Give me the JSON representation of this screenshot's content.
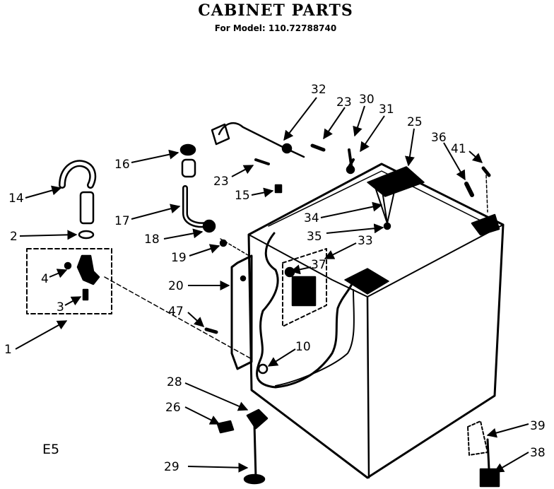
{
  "title": "CABINET PARTS",
  "subtitle": "For Model: 110.72788740",
  "corner_code": "E5",
  "labels": {
    "l32": "32",
    "l23a": "23",
    "l30": "30",
    "l31": "31",
    "l25": "25",
    "l36": "36",
    "l41": "41",
    "l16": "16",
    "l23b": "23",
    "l15": "15",
    "l14": "14",
    "l17": "17",
    "l34": "34",
    "l35": "35",
    "l2": "2",
    "l18": "18",
    "l33": "33",
    "l19": "19",
    "l37": "37",
    "l4": "4",
    "l20": "20",
    "l3": "3",
    "l47": "47",
    "l1": "1",
    "l10": "10",
    "l28": "28",
    "l26": "26",
    "l39": "39",
    "l38": "38",
    "l29": "29"
  }
}
